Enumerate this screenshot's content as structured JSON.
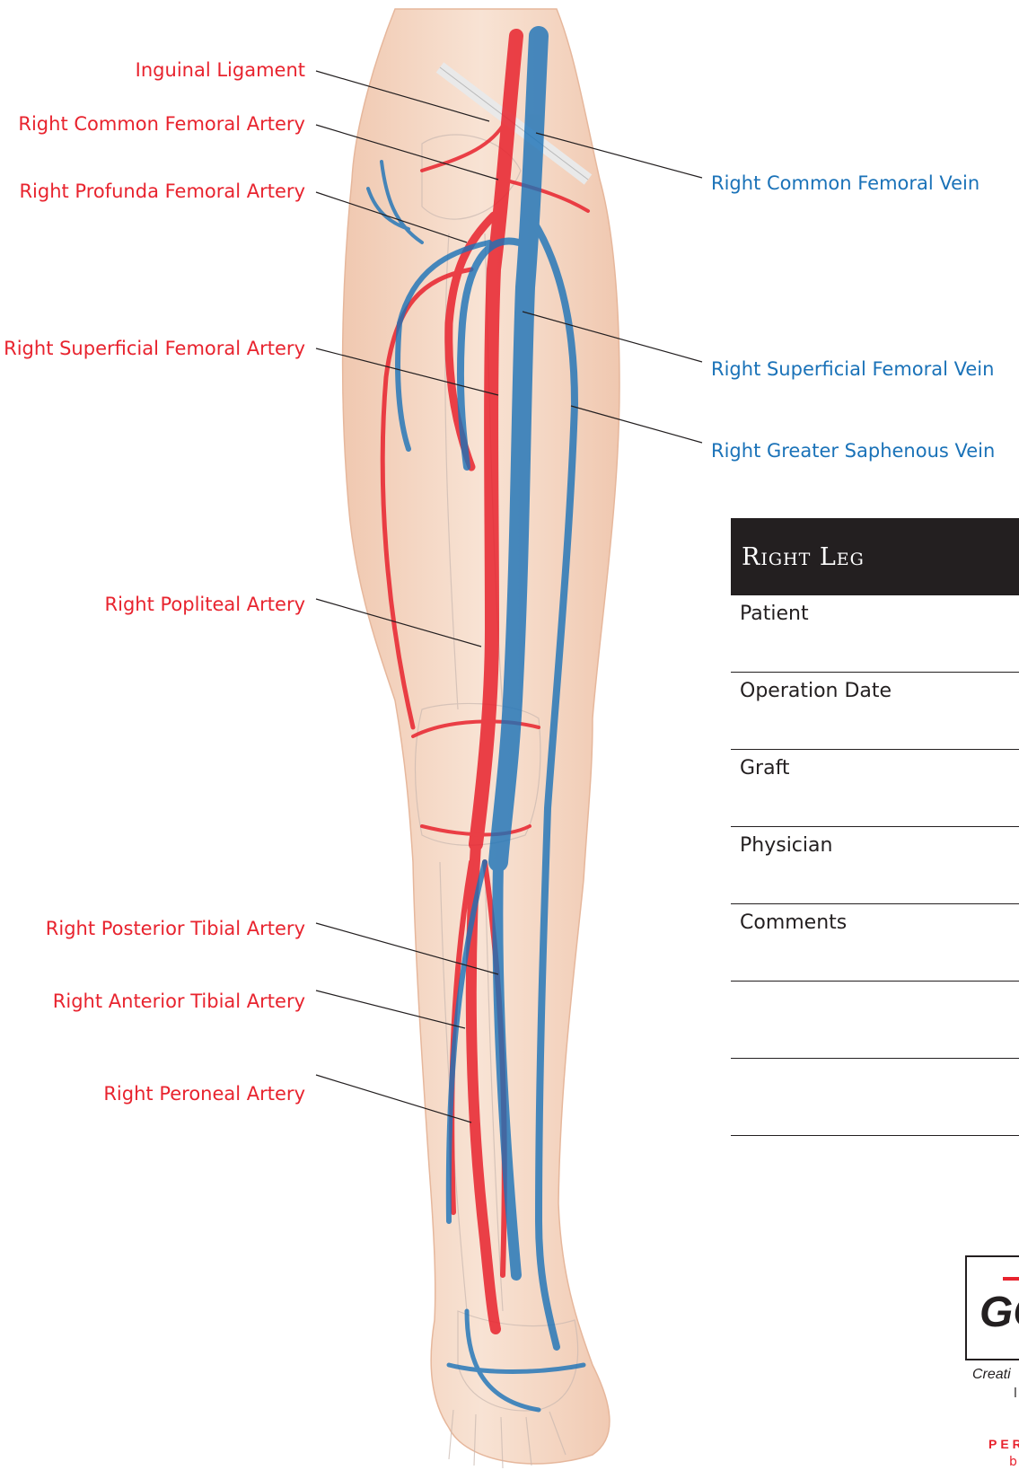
{
  "artery_labels": [
    "Inguinal Ligament",
    "Right Common Femoral Artery",
    "Right Profunda Femoral Artery",
    "Right Superficial Femoral Artery",
    "Right Popliteal Artery",
    "Right Posterior Tibial Artery",
    "Right Anterior Tibial Artery",
    "Right Peroneal Artery"
  ],
  "vein_labels": [
    "Right Common Femoral Vein",
    "Right Superficial Femoral Vein",
    "Right Greater Saphenous Vein"
  ],
  "form": {
    "title": "Right Leg",
    "fields": [
      "Patient",
      "Operation Date",
      "Graft",
      "Physician",
      "Comments",
      "",
      ""
    ]
  },
  "branding": {
    "logo_text": "GO",
    "tagline_fragment": "Creati",
    "tagline_line2": "l",
    "red_line1": "PER",
    "red_line2": "b"
  },
  "colors": {
    "artery": "#e8232e",
    "vein": "#1a72b8",
    "skin": "#f3d3c0",
    "header_bg": "#231f20"
  }
}
